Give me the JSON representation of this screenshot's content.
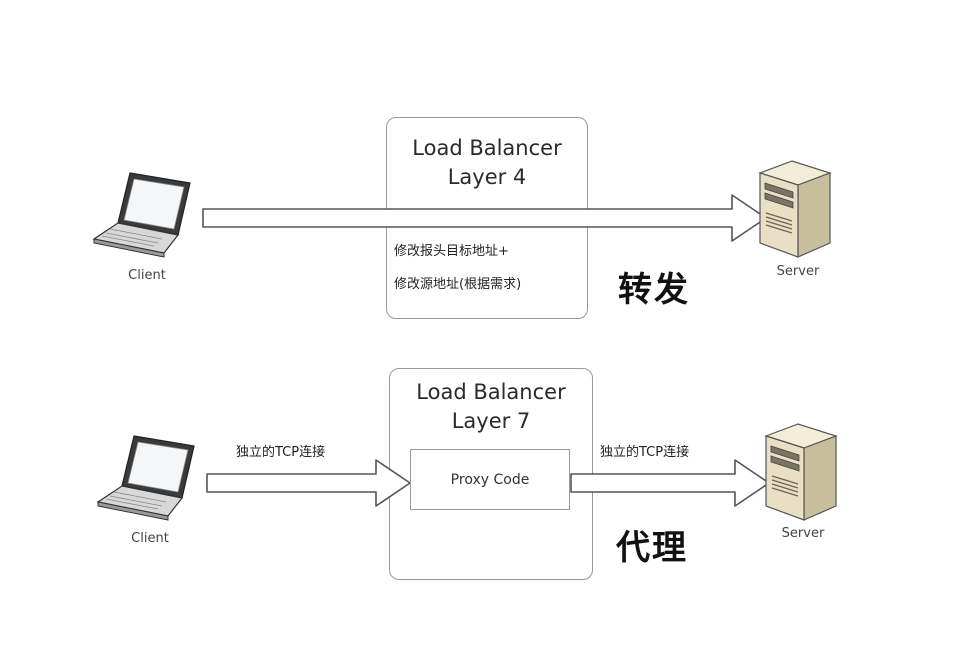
{
  "layer4": {
    "title_line1": "Load Balancer",
    "title_line2": "Layer 4",
    "note_line1": "修改报头目标地址+",
    "note_line2": "修改源地址(根据需求)",
    "action_label": "转发",
    "client_label": "Client",
    "server_label": "Server"
  },
  "layer7": {
    "title_line1": "Load Balancer",
    "title_line2": "Layer 7",
    "proxy_label": "Proxy Code",
    "left_connection_label": "独立的TCP连接",
    "right_connection_label": "独立的TCP连接",
    "action_label": "代理",
    "client_label": "Client",
    "server_label": "Server"
  },
  "colors": {
    "box_border": "#9a9a9a",
    "arrow_fill": "#ffffff",
    "arrow_stroke": "#555555",
    "server_body": "#e8dfc4",
    "laptop_body": "#d8d8d8"
  }
}
